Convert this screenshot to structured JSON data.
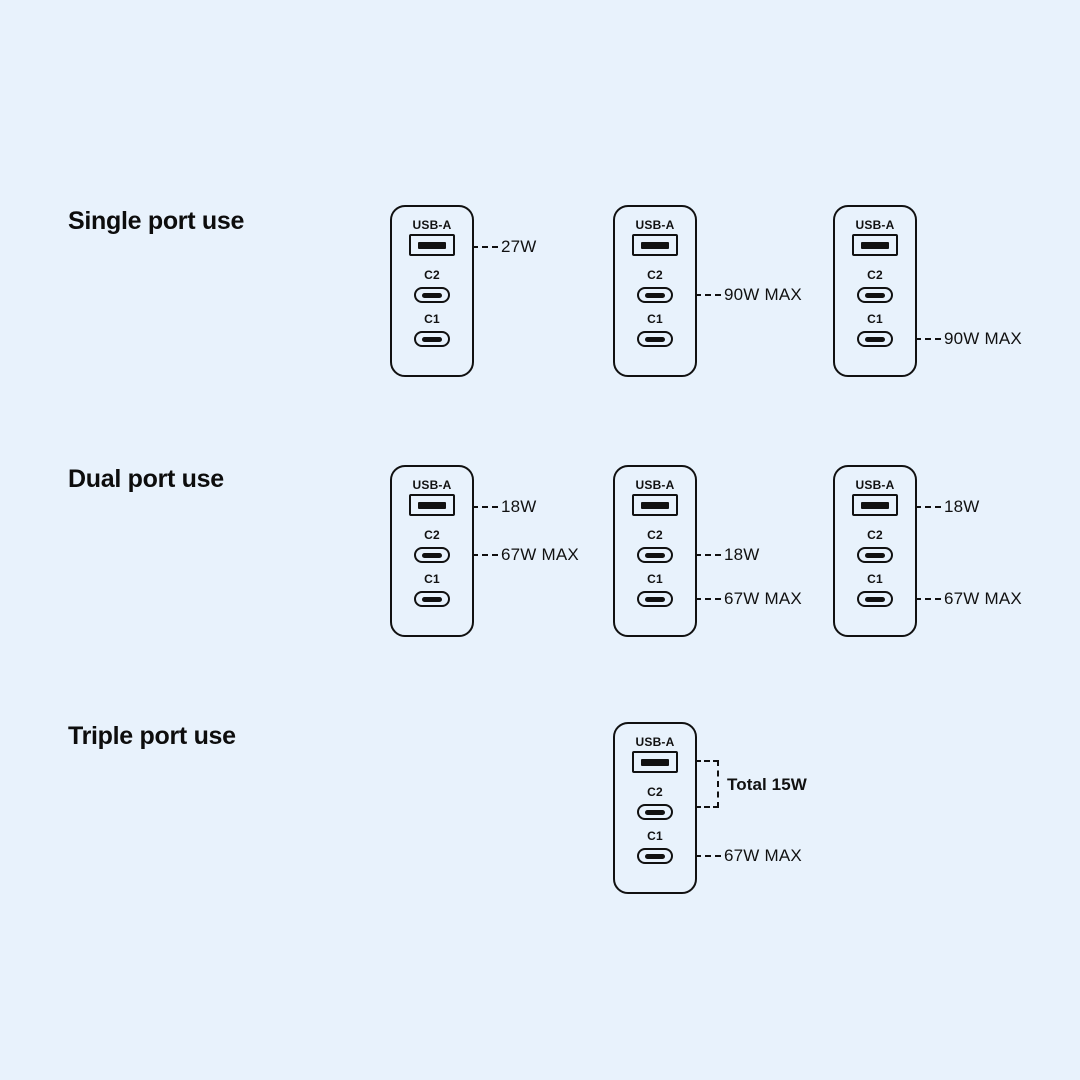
{
  "page": {
    "background_color": "#e8f2fc",
    "ink_color": "#111111"
  },
  "sections": [
    {
      "title": "Single port use",
      "chargers": [
        {
          "col": 0,
          "ports": [
            {
              "label": "USB-A",
              "callout": "27W"
            },
            {
              "label": "C2",
              "callout": null
            },
            {
              "label": "C1",
              "callout": null
            }
          ]
        },
        {
          "col": 1,
          "ports": [
            {
              "label": "USB-A",
              "callout": null
            },
            {
              "label": "C2",
              "callout": "90W MAX"
            },
            {
              "label": "C1",
              "callout": null
            }
          ]
        },
        {
          "col": 2,
          "ports": [
            {
              "label": "USB-A",
              "callout": null
            },
            {
              "label": "C2",
              "callout": null
            },
            {
              "label": "C1",
              "callout": "90W MAX"
            }
          ]
        }
      ]
    },
    {
      "title": "Dual port use",
      "chargers": [
        {
          "col": 0,
          "ports": [
            {
              "label": "USB-A",
              "callout": "18W"
            },
            {
              "label": "C2",
              "callout": "67W MAX"
            },
            {
              "label": "C1",
              "callout": null
            }
          ]
        },
        {
          "col": 1,
          "ports": [
            {
              "label": "USB-A",
              "callout": null
            },
            {
              "label": "C2",
              "callout": "18W"
            },
            {
              "label": "C1",
              "callout": "67W MAX"
            }
          ]
        },
        {
          "col": 2,
          "ports": [
            {
              "label": "USB-A",
              "callout": "18W"
            },
            {
              "label": "C2",
              "callout": null
            },
            {
              "label": "C1",
              "callout": "67W MAX"
            }
          ]
        }
      ]
    },
    {
      "title": "Triple port use",
      "chargers": [
        {
          "col": 1,
          "bracket": {
            "label": "Total 15W",
            "from_port": "USB-A",
            "to_port": "C2"
          },
          "ports": [
            {
              "label": "USB-A",
              "callout": null
            },
            {
              "label": "C2",
              "callout": null
            },
            {
              "label": "C1",
              "callout": "67W MAX"
            }
          ]
        }
      ]
    }
  ]
}
